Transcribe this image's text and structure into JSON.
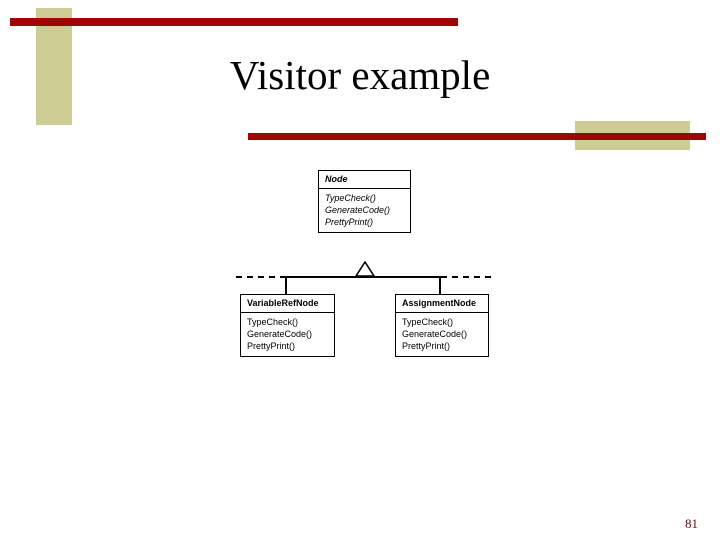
{
  "slide": {
    "title": "Visitor example",
    "page_number": "81",
    "colors": {
      "accent_red": "#9E0606",
      "accent_khaki": "#CCCC94",
      "page_number_color": "#6B0A0A",
      "text": "#000000",
      "background": "#FFFFFF"
    }
  },
  "diagram": {
    "type": "uml-class-diagram",
    "relationship": "generalization",
    "classes": [
      {
        "id": "node",
        "name": "Node",
        "abstract": true,
        "operations": [
          "TypeCheck()",
          "GenerateCode()",
          "PrettyPrint()"
        ]
      },
      {
        "id": "variable-ref-node",
        "name": "VariableRefNode",
        "abstract": false,
        "operations": [
          "TypeCheck()",
          "GenerateCode()",
          "PrettyPrint()"
        ]
      },
      {
        "id": "assignment-node",
        "name": "AssignmentNode",
        "abstract": false,
        "operations": [
          "TypeCheck()",
          "GenerateCode()",
          "PrettyPrint()"
        ]
      }
    ]
  }
}
